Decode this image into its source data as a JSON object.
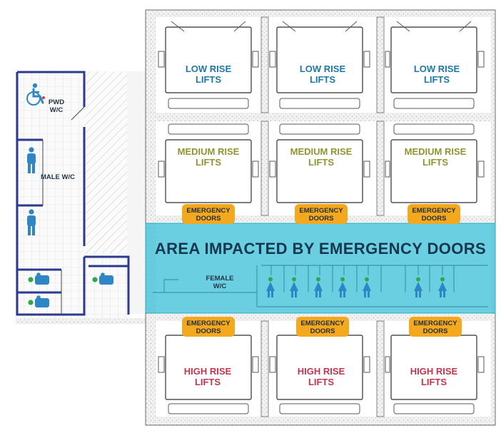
{
  "low_rise": [
    "LOW RISE LIFTS",
    "LOW RISE LIFTS",
    "LOW RISE LIFTS"
  ],
  "medium_rise": [
    "MEDIUM RISE LIFTS",
    "MEDIUM RISE LIFTS",
    "MEDIUM RISE LIFTS"
  ],
  "high_rise": [
    "HIGH RISE LIFTS",
    "HIGH RISE LIFTS",
    "HIGH RISE LIFTS"
  ],
  "emergency_doors": "EMERGENCY DOORS",
  "impacted_area": "AREA IMPACTED BY EMERGENCY DOORS",
  "restrooms": {
    "pwd": "PWD W/C",
    "male": "MALE W/C",
    "female": "FEMALE W/C"
  },
  "colors": {
    "low_rise": "#1d78a8",
    "medium_rise": "#8f9531",
    "high_rise": "#c1354f",
    "emergency": "#f4a81d",
    "impact_band": "#3fc1d8",
    "figure": "#2f86c5",
    "wall": "#2b3a8f"
  }
}
